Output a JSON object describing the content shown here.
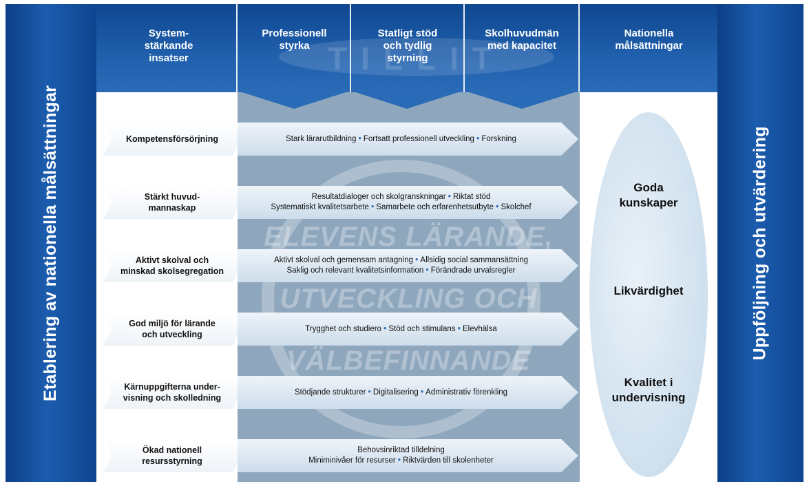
{
  "side_left": "Etablering av nationella målsättningar",
  "side_right": "Uppföljning och utvärdering",
  "headers": [
    "System-\nstärkande\ninsatser",
    "Professionell\nstyrka",
    "Statligt stöd\noch tydlig\nstyrning",
    "Skolhuvudmän\nmed kapacitet",
    "Nationella\nmålsättningar"
  ],
  "header_watermark": "TILLIT",
  "center_watermark": [
    "ELEVENS LÄRANDE,",
    "UTVECKLING OCH",
    "VÄLBEFINNANDE"
  ],
  "rows": [
    {
      "label": "Kompetensförsörjning",
      "lines": [
        [
          "Stark lärarutbildning",
          "Fortsatt professionell utveckling",
          "Forskning"
        ]
      ]
    },
    {
      "label": "Stärkt huvud-\nmannaskap",
      "lines": [
        [
          "Resultatdialoger och skolgranskningar",
          "Riktat stöd"
        ],
        [
          "Systematiskt kvalitetsarbete",
          "Samarbete och erfarenhetsutbyte",
          "Skolchef"
        ]
      ]
    },
    {
      "label": "Aktivt skolval och\nminskad skolsegregation",
      "lines": [
        [
          "Aktivt skolval och gemensam antagning",
          "Allsidig social sammansättning"
        ],
        [
          "Saklig och relevant kvalitetsinformation",
          "Förändrade urvalsregler"
        ]
      ]
    },
    {
      "label": "God miljö för lärande\noch utveckling",
      "lines": [
        [
          "Trygghet och studiero",
          "Stöd och stimulans",
          "Elevhälsa"
        ]
      ]
    },
    {
      "label": "Kärnuppgifterna under-\nvisning och skolledning",
      "lines": [
        [
          "Stödjande strukturer",
          "Digitalisering",
          "Administrativ förenkling"
        ]
      ]
    },
    {
      "label": "Ökad nationell\nresursstyrning",
      "lines": [
        [
          "Behovsinriktad tilldelning"
        ],
        [
          "Miniminivåer för resurser",
          "Riktvärden till skolenheter"
        ]
      ]
    }
  ],
  "goals": [
    "Goda\nkunskaper",
    "Likvärdighet",
    "Kvalitet i\nundervisning"
  ],
  "bullet": "•"
}
